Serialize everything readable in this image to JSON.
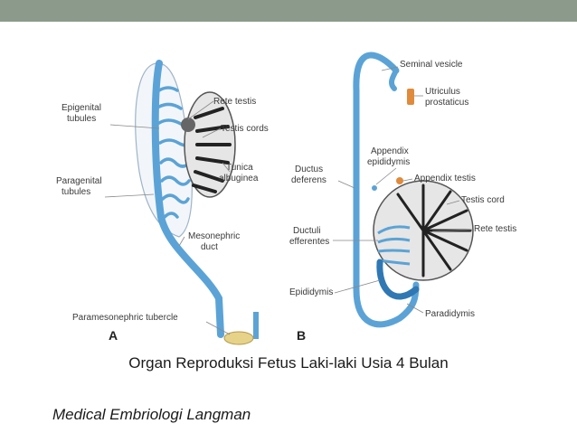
{
  "figure": {
    "panel_a": {
      "letter": "A",
      "labels": {
        "rete_testis": "Rete testis",
        "testis_cords": "Testis cords",
        "epigenital": [
          "Epigenital",
          "tubules"
        ],
        "paragenital": [
          "Paragenital",
          "tubules"
        ],
        "tunica": [
          "Tunica",
          "albuginea"
        ],
        "mesonephric": [
          "Mesonephric",
          "duct"
        ],
        "paramesonephric": "Paramesonephric tubercle"
      }
    },
    "panel_b": {
      "letter": "B",
      "labels": {
        "seminal_vesicle": "Seminal vesicle",
        "utriculus": [
          "Utriculus",
          "prostaticus"
        ],
        "appendix_epididymis": [
          "Appendix",
          "epididymis"
        ],
        "appendix_testis": "Appendix testis",
        "ductus_deferens": [
          "Ductus",
          "deferens"
        ],
        "testis_cord": "Testis cord",
        "ductuli_efferentes": [
          "Ductuli",
          "efferentes"
        ],
        "rete_testis": "Rete testis",
        "epididymis": "Epididymis",
        "paradidymis": "Paradidymis"
      }
    }
  },
  "caption": "Organ Reproduksi Fetus Laki-laki Usia 4 Bulan",
  "source": "Medical Embriologi Langman",
  "colors": {
    "topbar": "#8c9a8b",
    "duct": "#5ba3d6",
    "duct_dark": "#2f78b4",
    "testis_fill": "#e6e6e6",
    "cords": "#222222",
    "orange": "#e08a3c",
    "tubercle": "#e7d28a"
  }
}
